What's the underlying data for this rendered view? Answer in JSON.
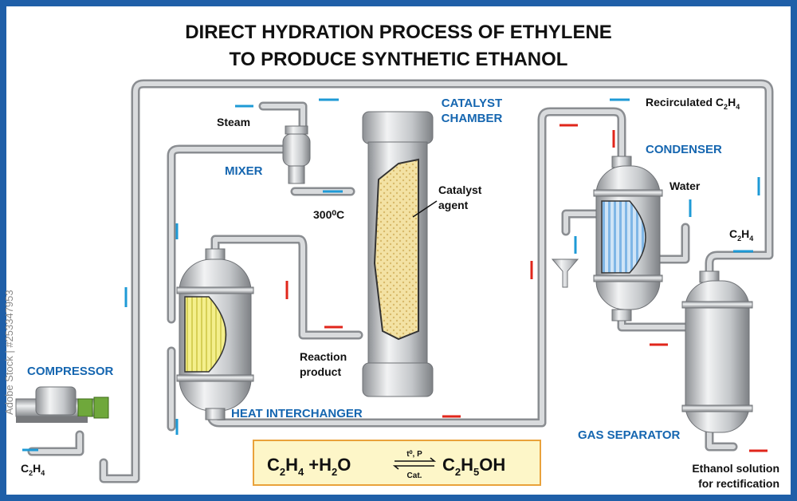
{
  "title": {
    "line1": "DIRECT HYDRATION PROCESS OF ETHYLENE",
    "line2": "TO PRODUCE SYNTHETIC ETHANOL"
  },
  "labels": {
    "catalyst_chamber_1": "CATALYST",
    "catalyst_chamber_2": "CHAMBER",
    "mixer": "MIXER",
    "condenser": "CONDENSER",
    "compressor": "COMPRESSOR",
    "heat_interchanger": "HEAT INTERCHANGER",
    "gas_separator": "GAS SEPARATOR",
    "steam": "Steam",
    "temperature": "300⁰C",
    "catalyst_agent_1": "Catalyst",
    "catalyst_agent_2": "agent",
    "reaction_product_1": "Reaction",
    "reaction_product_2": "product",
    "recirculated": "Recirculated C",
    "recirculated_sub": "2",
    "recirculated_tail": "H",
    "recirculated_sub2": "4",
    "water": "Water",
    "c2h4_right_c": "C",
    "c2h4_right_2": "2",
    "c2h4_right_h": "H",
    "c2h4_right_4": "4",
    "c2h4_input_c": "C",
    "c2h4_input_2": "2",
    "c2h4_input_h": "H",
    "c2h4_input_4": "4",
    "ethanol_1": "Ethanol solution",
    "ethanol_2": "for rectification"
  },
  "equation": {
    "c1": "C",
    "s1": "2",
    "h1": "H",
    "s2": "4",
    "plus": "+H",
    "s3": "2",
    "o": "O",
    "top": "t⁰, P",
    "bottom": "Cat.",
    "c2": "C",
    "s4": "2",
    "h2": "H",
    "s5": "5",
    "oh": "OH"
  },
  "watermark": {
    "side_id": "Adobe Stock | #253347953"
  },
  "colors": {
    "border": "#1f5fa8",
    "label_blue": "#1566b0",
    "arrow_blue": "#1e9ad6",
    "arrow_red": "#e0261b",
    "pipe": "#b9bcc0",
    "equation_bg": "#fdf6c8",
    "equation_border": "#e9a23b",
    "catalyst_fill": "#f3e2a4",
    "exchanger_fill": "#f4ef8c",
    "condenser_fill": "#a8cfee"
  }
}
